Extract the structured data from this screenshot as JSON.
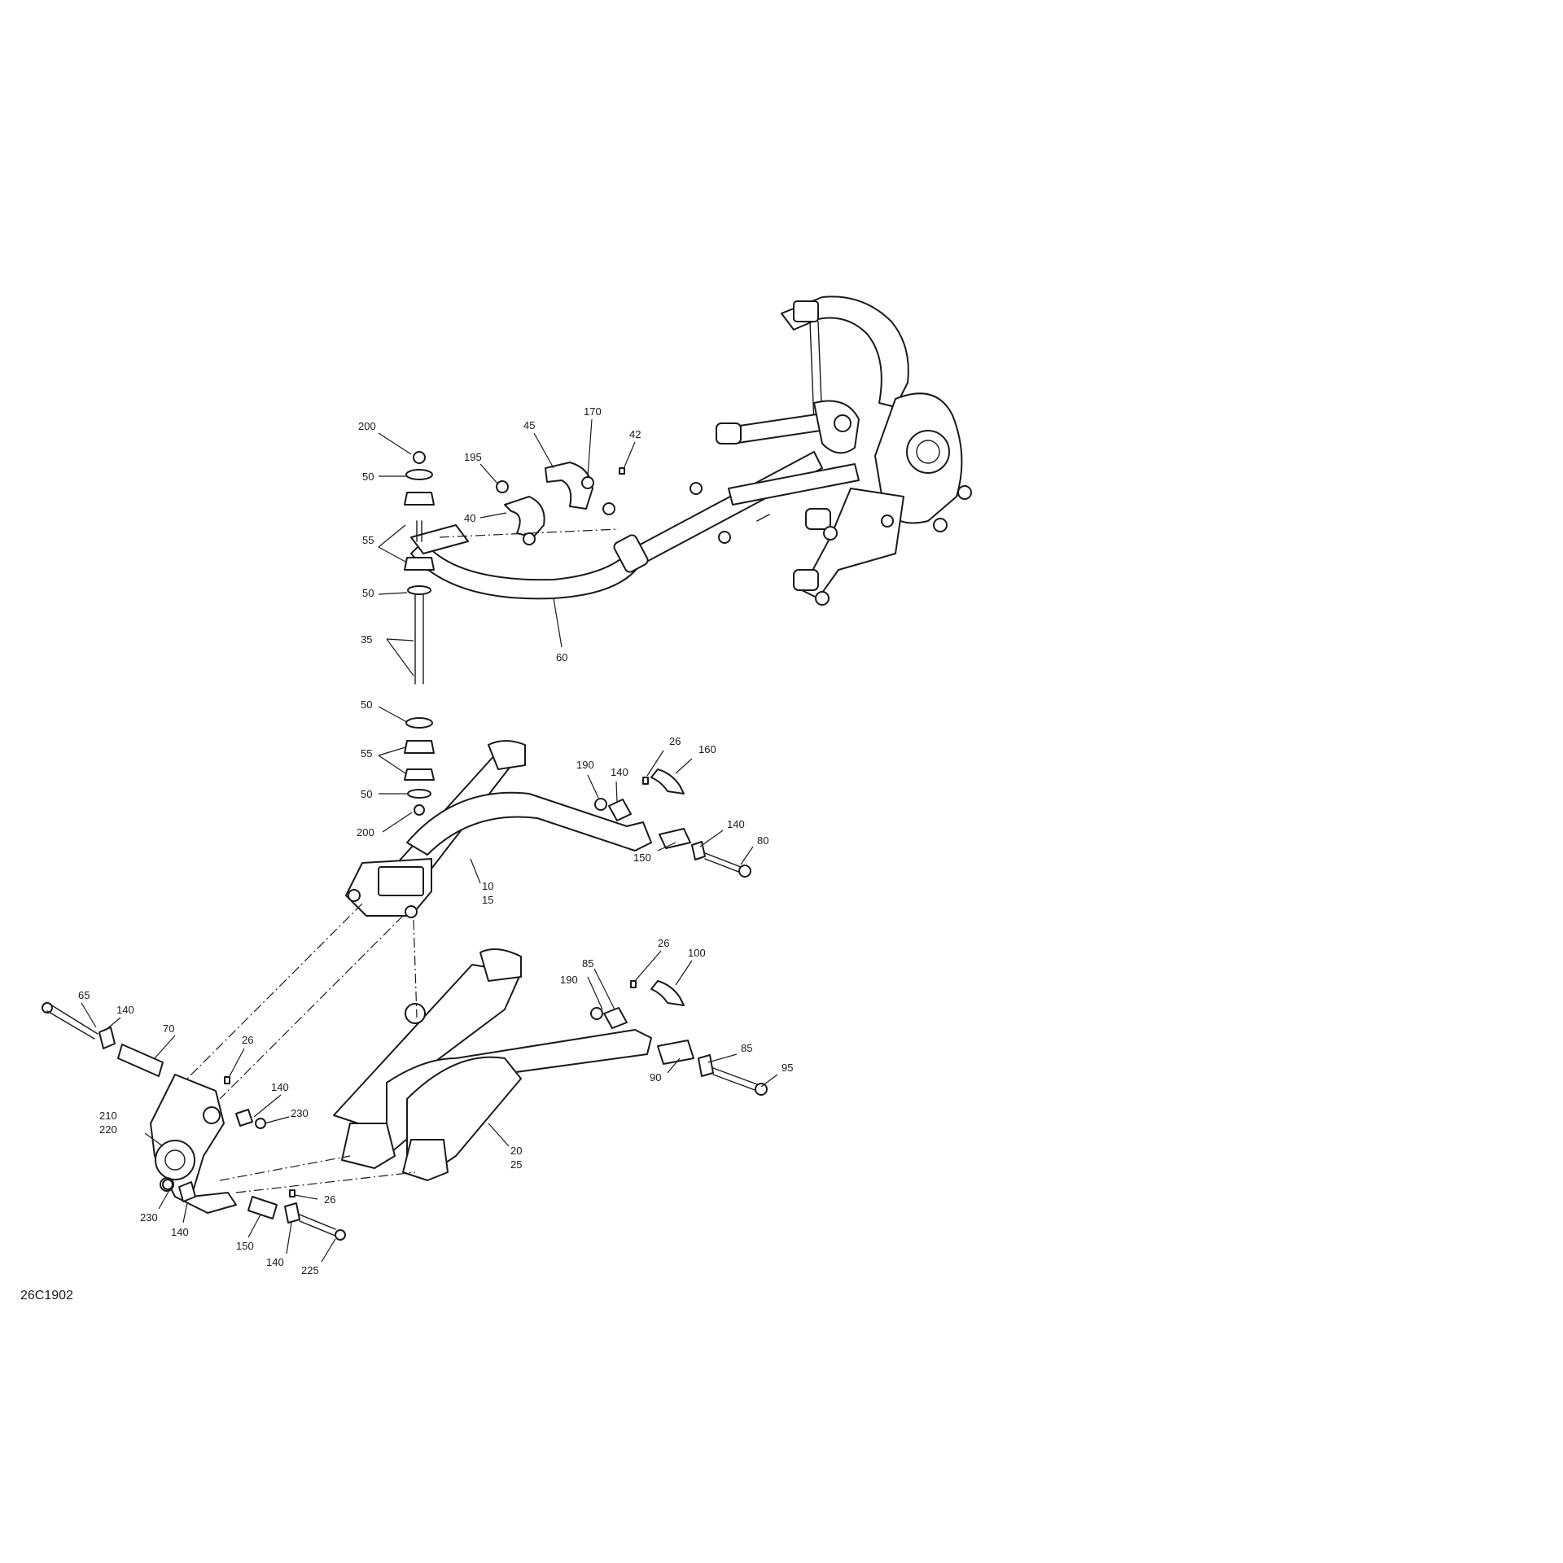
{
  "figure_ref": "26C1902",
  "callouts": [
    "200",
    "50",
    "55",
    "50",
    "35",
    "50",
    "55",
    "50",
    "200",
    "45",
    "170",
    "42",
    "195",
    "40",
    "60",
    "190",
    "140",
    "26",
    "160",
    "140",
    "80",
    "150",
    "10",
    "15",
    "85",
    "26",
    "100",
    "190",
    "85",
    "95",
    "90",
    "20",
    "25",
    "65",
    "140",
    "70",
    "26",
    "140",
    "230",
    "210",
    "220",
    "230",
    "140",
    "26",
    "150",
    "140",
    "225"
  ]
}
